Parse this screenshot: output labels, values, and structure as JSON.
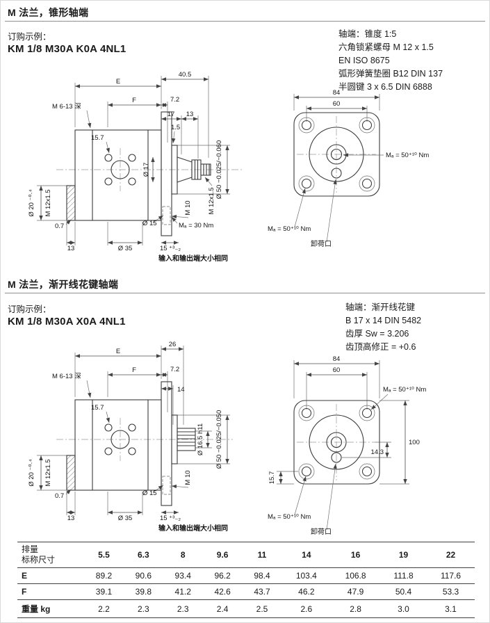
{
  "s1": {
    "title": "M 法兰，锥形轴端",
    "order_label": "订购示例：",
    "order_code": "KM 1/8 M30A K0A 4NL1",
    "specs": {
      "l1": "轴端：锥度 1:5",
      "l2": "六角锁紧螺母 M 12 x 1.5",
      "l3": "EN ISO 8675",
      "l4": "弧形弹簧垫圈 B12 DIN 137",
      "l5": "半圆键 3 x 6.5  DIN 6888"
    },
    "side": {
      "E": "E",
      "d405": "40.5",
      "F": "F",
      "d72": "7.2",
      "d17": "17",
      "d13a": "13",
      "m613": "M 6-13 深",
      "d20": "Ø 20 ⁻⁰·⁴",
      "m12a": "M 12x1.5",
      "d157": "15.7",
      "d17b": "Ø 17",
      "d15": "1.5",
      "m12b": "M 12x1.5",
      "d50": "Ø 50 −0.025/−0.060",
      "m10": "M 10",
      "ma30": "Mₐ = 30 Nm",
      "d07": "0.7",
      "d13b": "13",
      "d35": "Ø 35",
      "d15b": "Ø 15",
      "d153": "15 ⁺³₋₂",
      "note": "输入和输出端大小相同"
    },
    "front": {
      "d84": "84",
      "d60": "60",
      "ma1": "Mₐ = 50⁺¹⁰ Nm",
      "ma2": "Mₐ = 50⁺¹⁰ Nm",
      "relief": "卸荷口"
    }
  },
  "s2": {
    "title": "M 法兰，渐开线花键轴端",
    "order_label": "订购示例：",
    "order_code": "KM 1/8 M30A X0A 4NL1",
    "specs": {
      "l1": "轴端：渐开线花键",
      "l2": "B 17 x 14  DIN 5482",
      "l3": "齿厚 Sw = 3.206",
      "l4": "齿顶高修正 = +0.6"
    },
    "side": {
      "E": "E",
      "d26": "26",
      "F": "F",
      "d72": "7.2",
      "d14": "14",
      "m613": "M 6-13 深",
      "d20": "Ø 20 ⁻⁰·⁴",
      "m12a": "M 12x1.5",
      "d157": "15.7",
      "d165": "Ø 16.5 h11",
      "d50": "Ø 50 −0.025/−0.050",
      "m10": "M 10",
      "d07": "0.7",
      "d13b": "13",
      "d35": "Ø 35",
      "d15b": "Ø 15",
      "d153": "15 ⁺³₋₂",
      "note": "输入和输出端大小相同"
    },
    "front": {
      "d84": "84",
      "d60": "60",
      "ma1": "Mₐ = 50⁺¹⁰ Nm",
      "d143": "14.3",
      "d100": "100",
      "d157": "15.7",
      "ma2": "Mₐ = 50⁺¹⁰ Nm",
      "relief": "卸荷口"
    }
  },
  "table": {
    "row_label_1": "排量",
    "row_label_2": "标称尺寸",
    "sizes": [
      "5.5",
      "6.3",
      "8",
      "9.6",
      "11",
      "14",
      "16",
      "19",
      "22"
    ],
    "rows": [
      {
        "label": "E",
        "values": [
          "89.2",
          "90.6",
          "93.4",
          "96.2",
          "98.4",
          "103.4",
          "106.8",
          "111.8",
          "117.6"
        ]
      },
      {
        "label": "F",
        "values": [
          "39.1",
          "39.8",
          "41.2",
          "42.6",
          "43.7",
          "46.2",
          "47.9",
          "50.4",
          "53.3"
        ]
      },
      {
        "label": "重量 kg",
        "values": [
          "2.2",
          "2.3",
          "2.3",
          "2.4",
          "2.5",
          "2.6",
          "2.8",
          "3.0",
          "3.1"
        ]
      }
    ]
  }
}
